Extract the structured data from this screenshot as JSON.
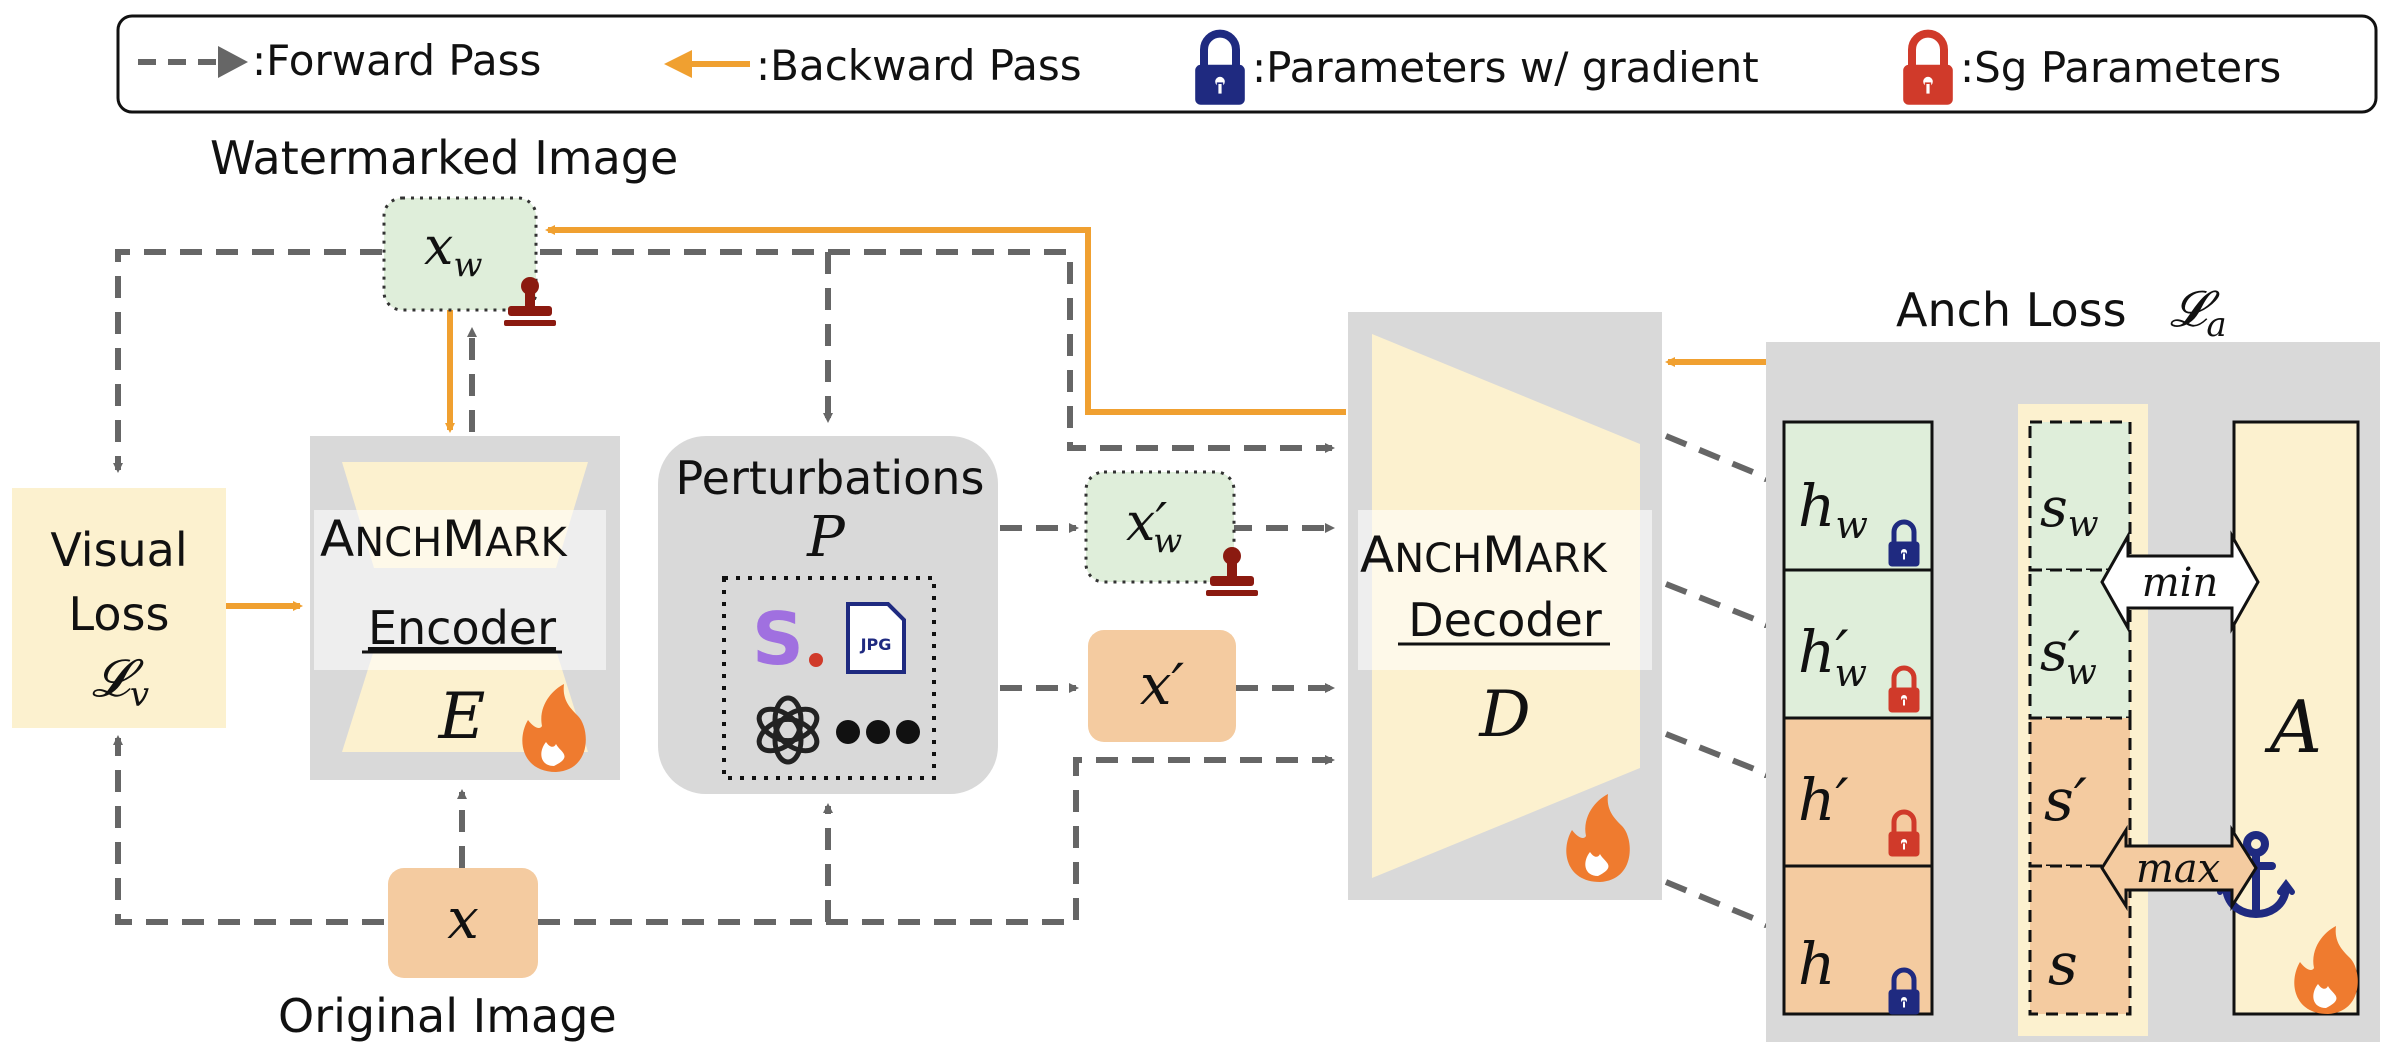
{
  "legend": {
    "forward": ":Forward Pass",
    "backward": ":Backward Pass",
    "grad_params": ":Parameters w/ gradient",
    "sg_params": ":Sg Parameters"
  },
  "colors": {
    "forward": "#666666",
    "backward": "#f0a030",
    "lock_grad": "#1f2a80",
    "lock_sg": "#d03a2a",
    "stamp": "#8b1a10",
    "panel_gray": "#d9d9d9",
    "cream": "#fcf1cf",
    "green": "#dfeeda",
    "peach": "#f4cba0",
    "flame": "#ef7b2f"
  },
  "labels": {
    "watermarked_image": "Watermarked Image",
    "original_image": "Original Image",
    "anch_loss": "Anch Loss",
    "anch_loss_sym": "𝓛",
    "anch_loss_sub": "a",
    "visual_loss_1": "Visual",
    "visual_loss_2": "Loss",
    "visual_loss_sym": "𝓛",
    "visual_loss_sub": "v",
    "perturbations": "Perturbations",
    "perturbations_sym": "P",
    "encoder_name_big_a": "A",
    "encoder_name_small_1": "NCH",
    "encoder_name_big_m": "M",
    "encoder_name_small_2": "ARK",
    "encoder": "Encoder",
    "encoder_sym": "E",
    "decoder_name_big_a": "A",
    "decoder_name_small_1": "NCH",
    "decoder_name_big_m": "M",
    "decoder_name_small_2": "ARK",
    "decoder": "Decoder",
    "decoder_sym": "D",
    "x": "x",
    "xw": "x",
    "xw_sub": "w",
    "xpw": "x′",
    "xpw_sub": "w",
    "xp": "x′",
    "anchor_sym": "A",
    "min": "min",
    "max": "max",
    "jpg": "JPG",
    "s_logo": "S"
  },
  "features": [
    {
      "name": "h",
      "sub": "w",
      "s": "s",
      "s_sub": "w",
      "lock": "grad"
    },
    {
      "name": "h′",
      "sub": "w",
      "s": "s′",
      "s_sub": "w",
      "lock": "sg"
    },
    {
      "name": "h′",
      "sub": "",
      "s": "s′",
      "s_sub": "",
      "lock": "sg"
    },
    {
      "name": "h",
      "sub": "",
      "s": "s",
      "s_sub": "",
      "lock": "grad"
    }
  ]
}
